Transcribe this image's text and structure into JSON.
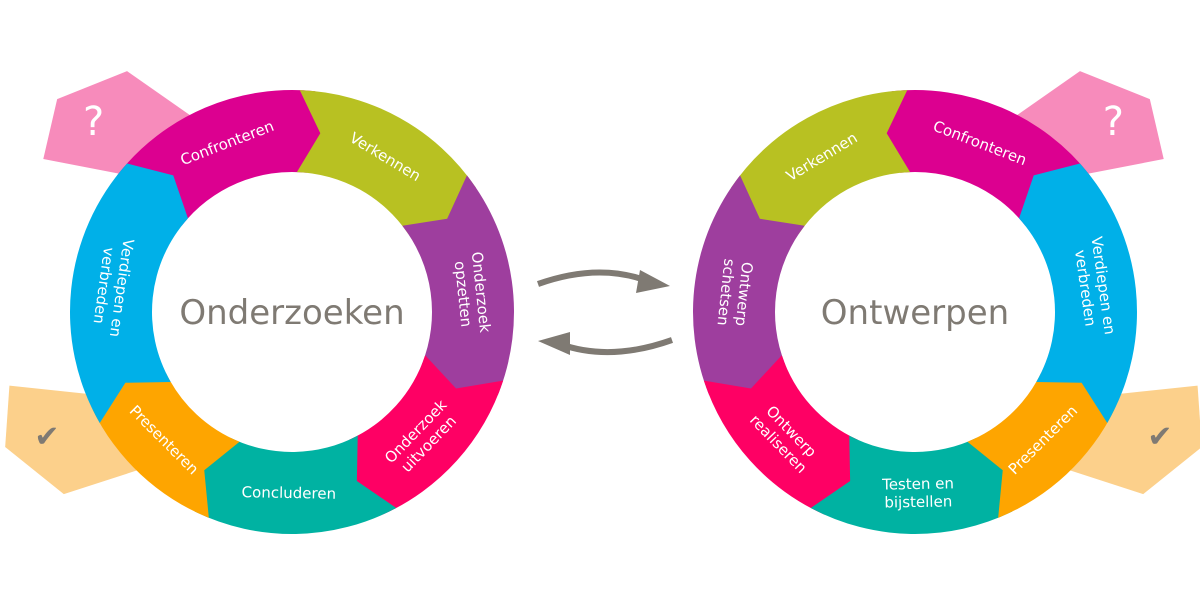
{
  "arrows_color": "#7f7a73",
  "wheels": [
    {
      "title": "Onderzoeken",
      "start_tab": {
        "icon": "question-mark-icon",
        "glyph": "?",
        "color": "#f78bbb"
      },
      "end_tab": {
        "icon": "checkmark-icon",
        "glyph": "✔",
        "color": "#fcd08b"
      },
      "segments": [
        {
          "label": [
            "Confronteren"
          ],
          "color": "#dc0090"
        },
        {
          "label": [
            "Verkennen"
          ],
          "color": "#b8c122"
        },
        {
          "label": [
            "Onderzoek",
            "opzetten"
          ],
          "color": "#9e3e9e"
        },
        {
          "label": [
            "Onderzoek",
            "uitvoeren"
          ],
          "color": "#fe0064"
        },
        {
          "label": [
            "Concluderen"
          ],
          "color": "#00b2a2"
        },
        {
          "label": [
            "Presenteren"
          ],
          "color": "#fea500"
        },
        {
          "label": [
            "Verdiepen en",
            "verbreden"
          ],
          "color": "#00b0e8"
        }
      ]
    },
    {
      "title": "Ontwerpen",
      "start_tab": {
        "icon": "question-mark-icon",
        "glyph": "?",
        "color": "#f78bbb"
      },
      "end_tab": {
        "icon": "checkmark-icon",
        "glyph": "✔",
        "color": "#fcd08b"
      },
      "segments": [
        {
          "label": [
            "Confronteren"
          ],
          "color": "#dc0090"
        },
        {
          "label": [
            "Verkennen"
          ],
          "color": "#b8c122"
        },
        {
          "label": [
            "Ontwerp",
            "schetsen"
          ],
          "color": "#9e3e9e"
        },
        {
          "label": [
            "Ontwerp",
            "realiseren"
          ],
          "color": "#fe0064"
        },
        {
          "label": [
            "Testen en",
            "bijstellen"
          ],
          "color": "#00b2a2"
        },
        {
          "label": [
            "Presenteren"
          ],
          "color": "#fea500"
        },
        {
          "label": [
            "Verdiepen en",
            "verbreden"
          ],
          "color": "#00b0e8"
        }
      ]
    }
  ]
}
